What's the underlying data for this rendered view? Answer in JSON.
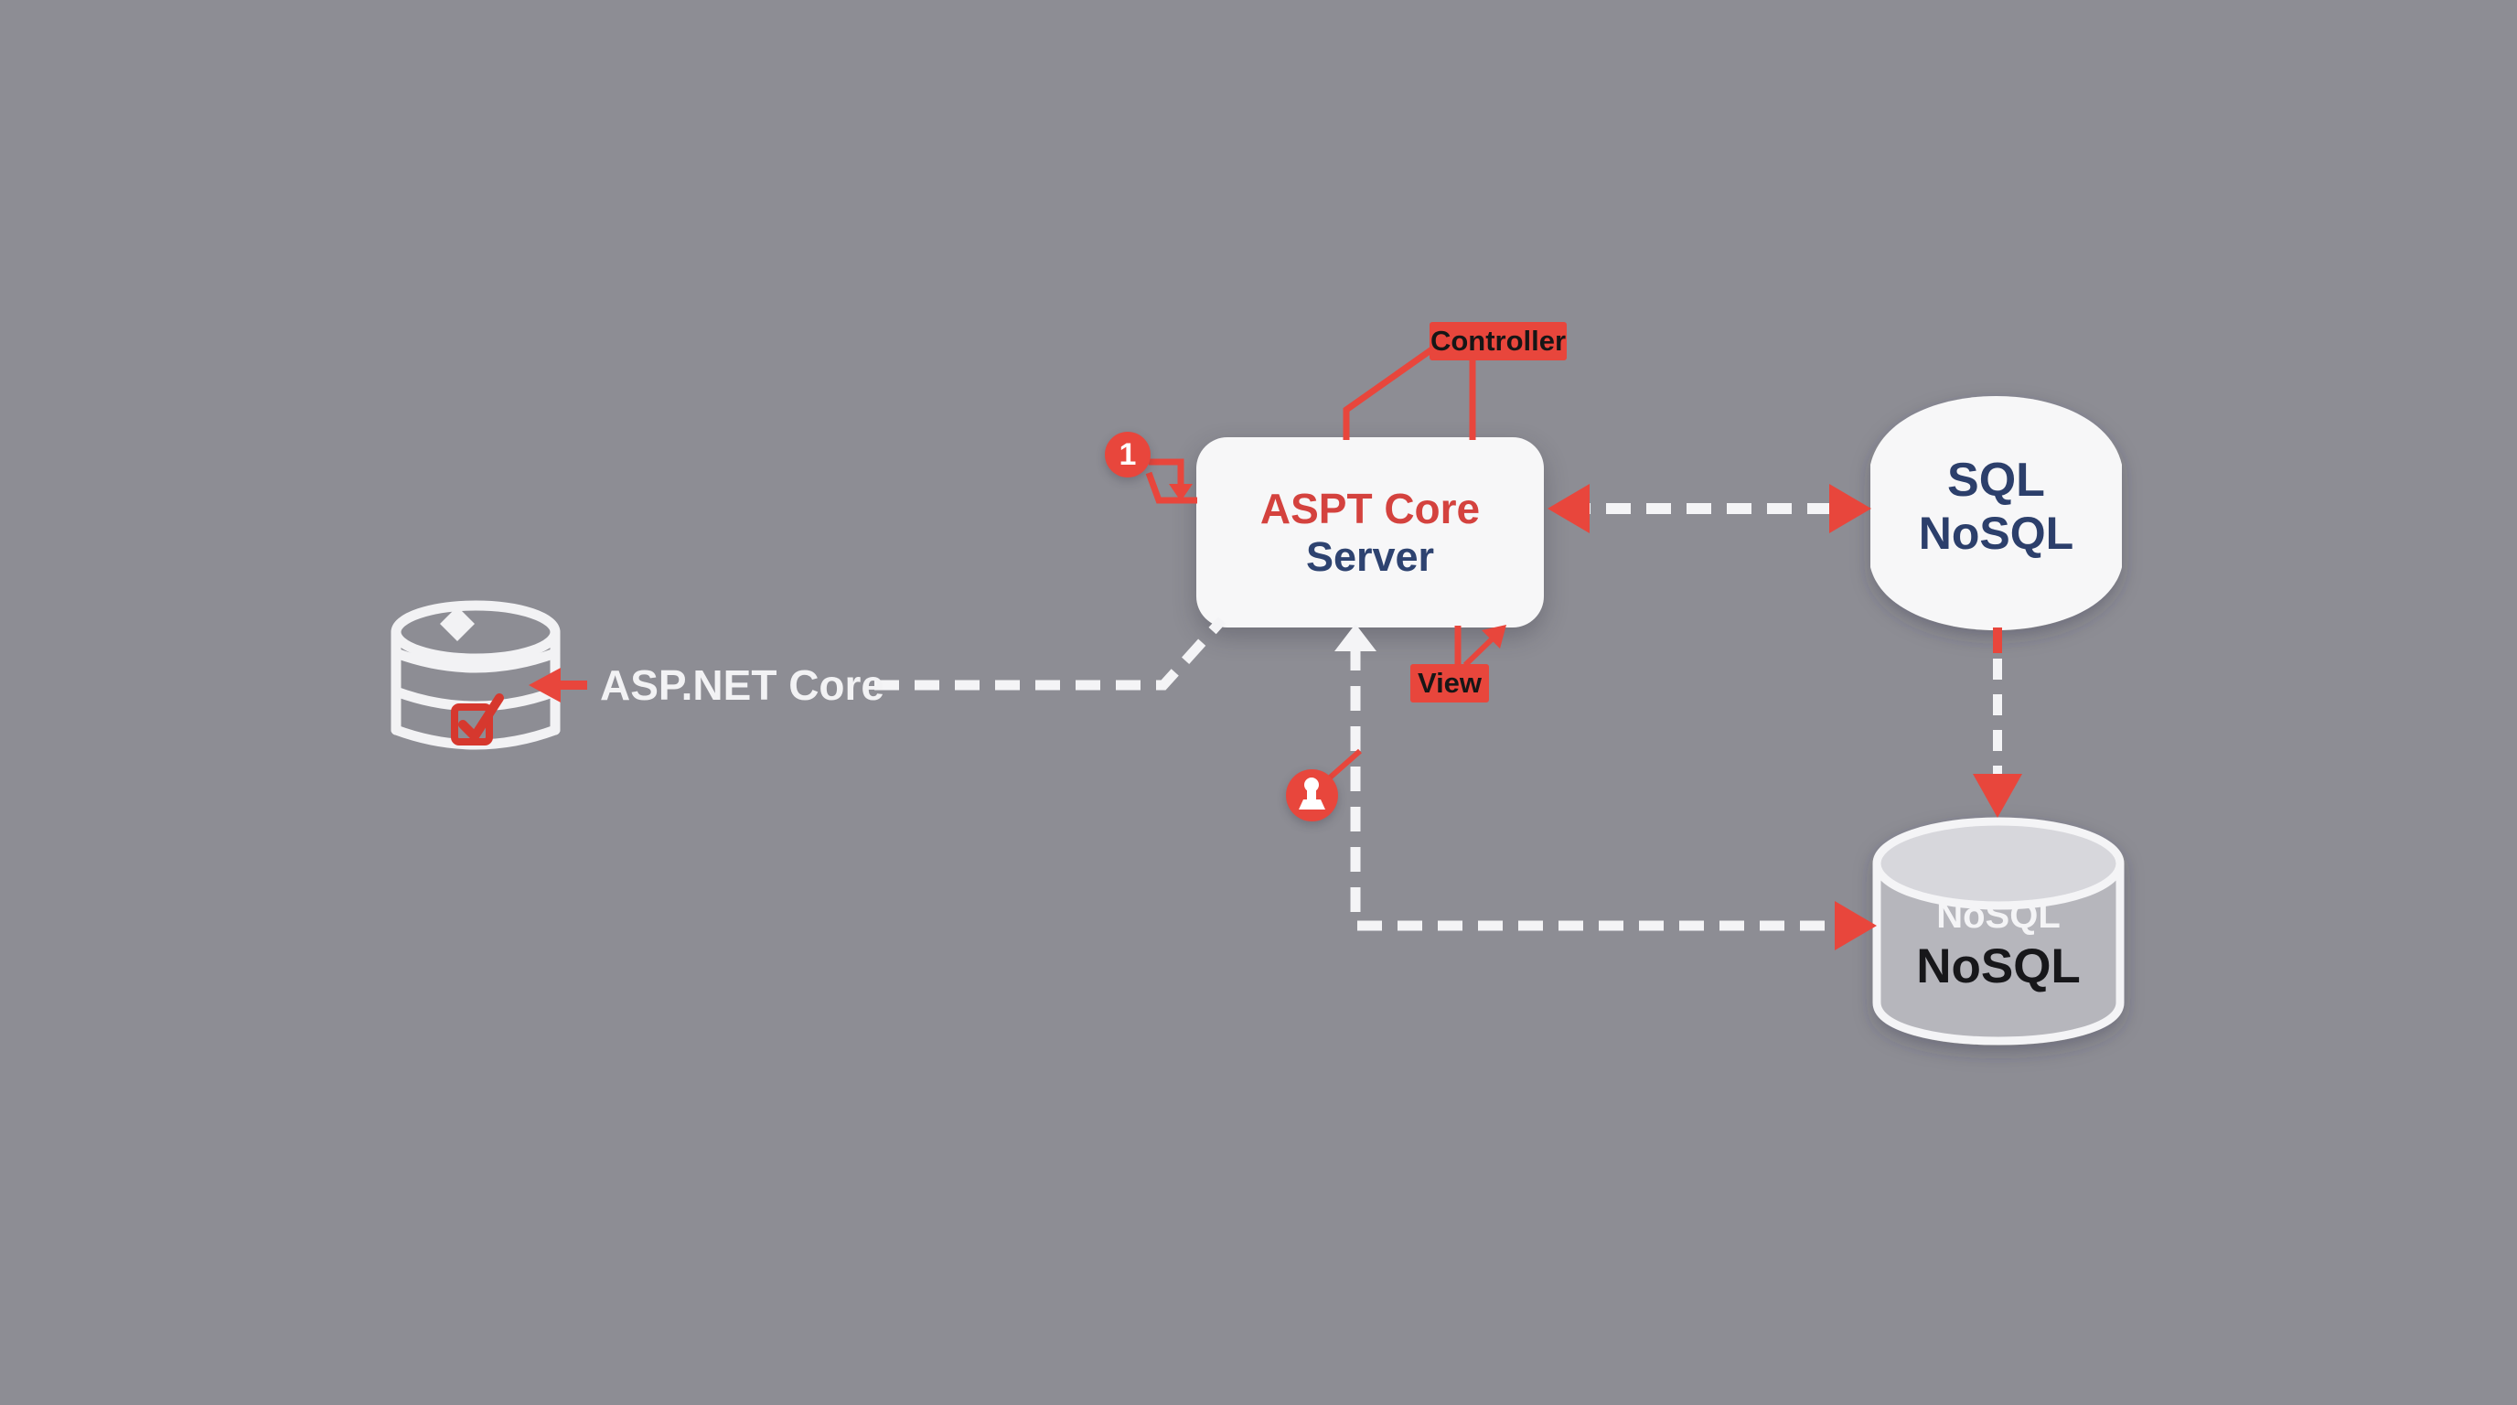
{
  "colors": {
    "background": "#8d8d94",
    "accent_red": "#e8463c",
    "navy_text": "#2e4370",
    "node_white": "#f7f7f8",
    "cylinder_gray_body": "#b6b6bc",
    "cylinder_gray_top": "#d7d7dc"
  },
  "nodes": {
    "server": {
      "title": "ASPT Core",
      "subtitle": "Server"
    },
    "sql_database": {
      "line1": "SQL",
      "line2": "NoSQL"
    },
    "nosql_database": {
      "label_top": "NoSQL",
      "label_bottom": "NoSQL"
    },
    "client_database": {
      "label": "ASP.NET Core",
      "icons": [
        "database-icon",
        "diamond-icon",
        "checkbox-check-icon"
      ]
    }
  },
  "badges": {
    "controller": {
      "label": "Controller"
    },
    "view": {
      "label": "View"
    },
    "step": {
      "label": "1"
    },
    "info": {
      "icon": "stamp-icon"
    }
  },
  "connectors": [
    {
      "name": "client-to-server-dashed",
      "style": "white-dashed"
    },
    {
      "name": "server-sql-double-arrow",
      "style": "white-dashed-red-arrowheads"
    },
    {
      "name": "sql-to-nosql-dashed-arrow",
      "style": "red-white-dashed-down-arrow"
    },
    {
      "name": "server-to-nosql-dashed-arrow",
      "style": "white-dashed-up-arrow-red-end-arrow"
    },
    {
      "name": "controller-lines",
      "style": "red-solid"
    },
    {
      "name": "view-lines",
      "style": "red-solid-arrow"
    },
    {
      "name": "step1-elbow-arrow",
      "style": "red-solid-arrow"
    }
  ]
}
